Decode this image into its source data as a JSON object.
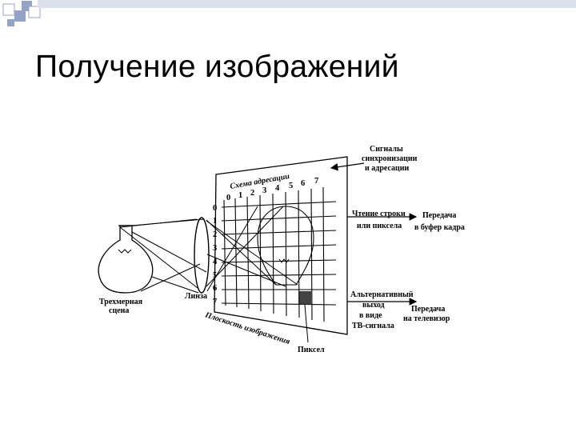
{
  "slide": {
    "title": "Получение изображений"
  },
  "diagram": {
    "scene_label": [
      "Трехмерная",
      "сцена"
    ],
    "lens_label": "Линза",
    "plane_label": "Плоскость изображения",
    "pixel_label": "Пиксел",
    "addressing_scheme_label": "Схема адресации",
    "column_indices": [
      "0",
      "1",
      "2",
      "3",
      "4",
      "5",
      "6",
      "7"
    ],
    "row_indices": [
      "0",
      "1",
      "2",
      "3",
      "4",
      "5",
      "6",
      "7"
    ],
    "sync_signals_label": [
      "Сигналы",
      "синхронизации",
      "и адресации"
    ],
    "read_label": [
      "Чтение строки",
      "или пиксела"
    ],
    "buffer_label": [
      "Передача",
      "в буфер кадра"
    ],
    "alt_output_label": [
      "Альтернативный",
      "выход",
      "в виде",
      "ТВ-сигнала"
    ],
    "tv_label": [
      "Передача",
      "на телевизор"
    ]
  },
  "colors": {
    "accent_square": "#95a3c8",
    "ink": "#000000"
  }
}
